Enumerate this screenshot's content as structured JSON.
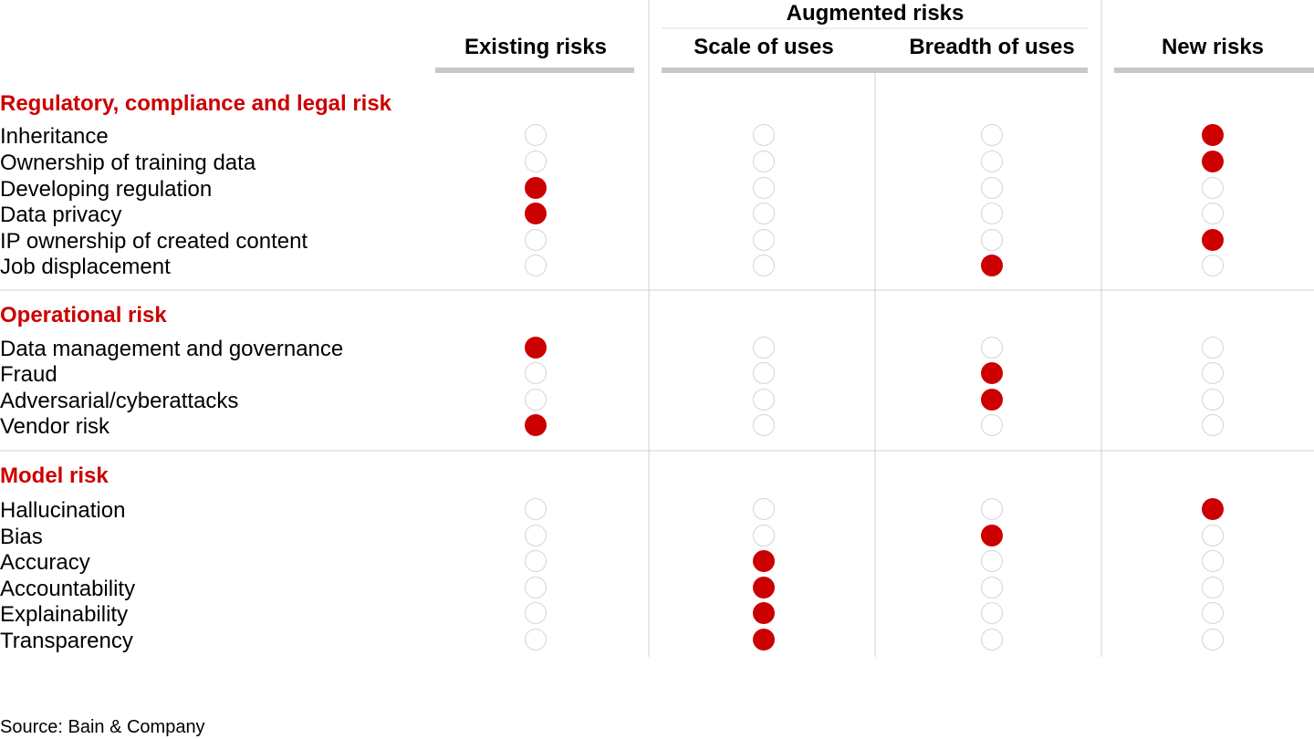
{
  "chart_data": {
    "type": "table",
    "group_header": "Augmented risks",
    "columns": [
      "Existing risks",
      "Scale of uses",
      "Breadth of uses",
      "New risks"
    ],
    "sections": [
      {
        "title": "Regulatory, compliance and legal risk",
        "rows": [
          {
            "label": "Inheritance",
            "values": [
              0,
              0,
              0,
              1
            ]
          },
          {
            "label": "Ownership of training data",
            "values": [
              0,
              0,
              0,
              1
            ]
          },
          {
            "label": "Developing regulation",
            "values": [
              1,
              0,
              0,
              0
            ]
          },
          {
            "label": "Data privacy",
            "values": [
              1,
              0,
              0,
              0
            ]
          },
          {
            "label": "IP ownership of created content",
            "values": [
              0,
              0,
              0,
              1
            ]
          },
          {
            "label": "Job displacement",
            "values": [
              0,
              0,
              1,
              0
            ]
          }
        ]
      },
      {
        "title": "Operational risk",
        "rows": [
          {
            "label": "Data management and governance",
            "values": [
              1,
              0,
              0,
              0
            ]
          },
          {
            "label": "Fraud",
            "values": [
              0,
              0,
              1,
              0
            ]
          },
          {
            "label": "Adversarial/cyberattacks",
            "values": [
              0,
              0,
              1,
              0
            ]
          },
          {
            "label": "Vendor risk",
            "values": [
              1,
              0,
              0,
              0
            ]
          }
        ]
      },
      {
        "title": "Model risk",
        "rows": [
          {
            "label": "Hallucination",
            "values": [
              0,
              0,
              0,
              1
            ]
          },
          {
            "label": "Bias",
            "values": [
              0,
              0,
              1,
              0
            ]
          },
          {
            "label": "Accuracy",
            "values": [
              0,
              1,
              0,
              0
            ]
          },
          {
            "label": "Accountability",
            "values": [
              0,
              1,
              0,
              0
            ]
          },
          {
            "label": "Explainability",
            "values": [
              0,
              1,
              0,
              0
            ]
          },
          {
            "label": "Transparency",
            "values": [
              0,
              1,
              0,
              0
            ]
          }
        ]
      }
    ],
    "source": "Source: Bain & Company",
    "colors": {
      "filled": "#cc0000",
      "empty_stroke": "#d4d4d4",
      "section_title": "#cc0000",
      "header_rule": "#c8c8c8",
      "divider": "#d0d0d0"
    }
  }
}
